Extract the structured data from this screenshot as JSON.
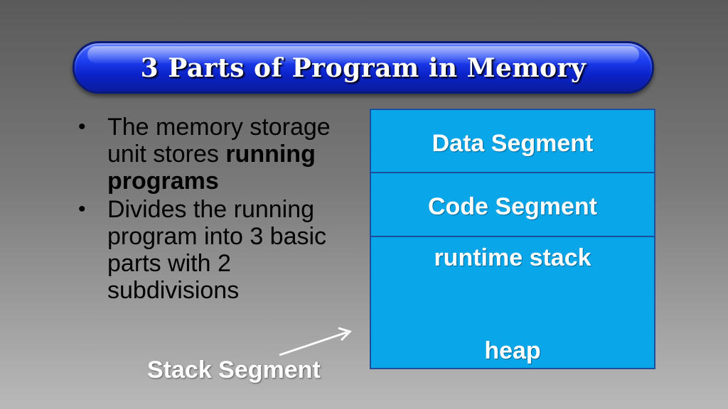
{
  "title": "3 Parts of Program in Memory",
  "bullets": [
    {
      "text_a": "The memory storage unit stores ",
      "text_b": "running programs"
    },
    {
      "text_a": "Divides the running program into 3 basic parts with 2 subdivisions",
      "text_b": ""
    }
  ],
  "memory": {
    "data_segment": "Data Segment",
    "code_segment": "Code Segment",
    "runtime_stack": "runtime stack",
    "heap": "heap"
  },
  "stack_segment_label": "Stack Segment",
  "colors": {
    "title_bar": "#1d3ff0",
    "memory_block": "#0aa6ea",
    "memory_border": "#1f4f9a"
  }
}
